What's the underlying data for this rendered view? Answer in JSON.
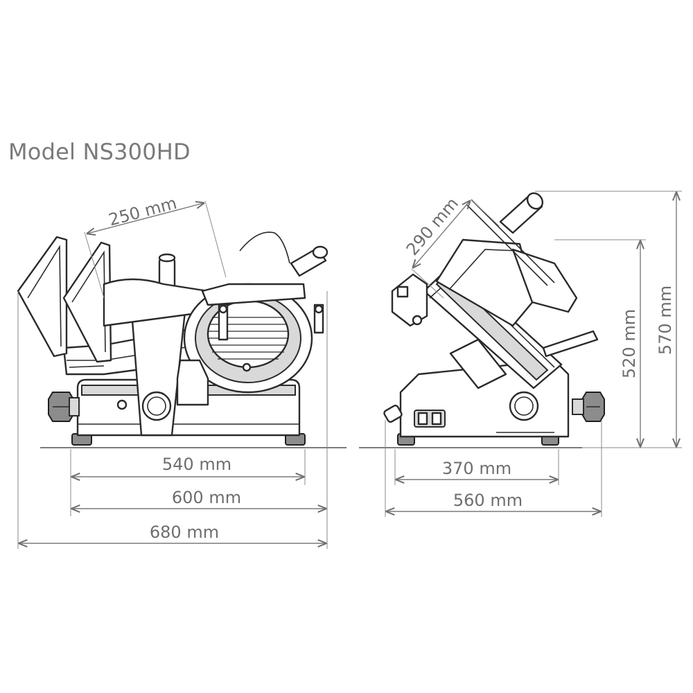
{
  "title": "Model NS300HD",
  "dimensions": {
    "front": {
      "blade_travel": "250 mm",
      "base_width": "540 mm",
      "body_width": "600 mm",
      "overall_width": "680 mm"
    },
    "side": {
      "carriage": "290 mm",
      "base_depth": "370 mm",
      "overall_depth": "560 mm",
      "body_height": "520 mm",
      "overall_height": "570 mm"
    }
  },
  "colors": {
    "line": "#2a2a2a",
    "dimension": "#7a7a7a",
    "text": "#6e6e6e",
    "fill_grey": "#d9d9d9"
  }
}
